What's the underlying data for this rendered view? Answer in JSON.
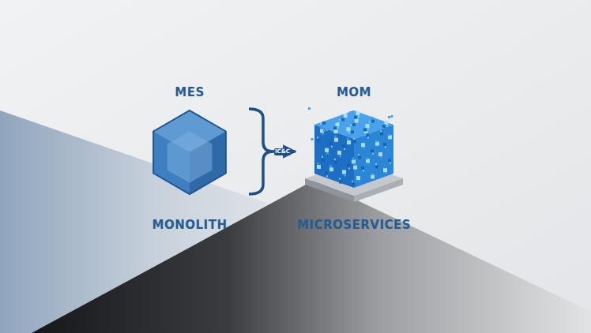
{
  "diagram": {
    "nodes": [
      {
        "text": [
          "MES",
          "MONOLITH"
        ]
      },
      {
        "text": [
          "MOM",
          "MICROSERVICES"
        ]
      }
    ],
    "edges": [
      {
        "from": 0,
        "to": 1,
        "arrow": "to",
        "label": "IC&C"
      }
    ]
  }
}
